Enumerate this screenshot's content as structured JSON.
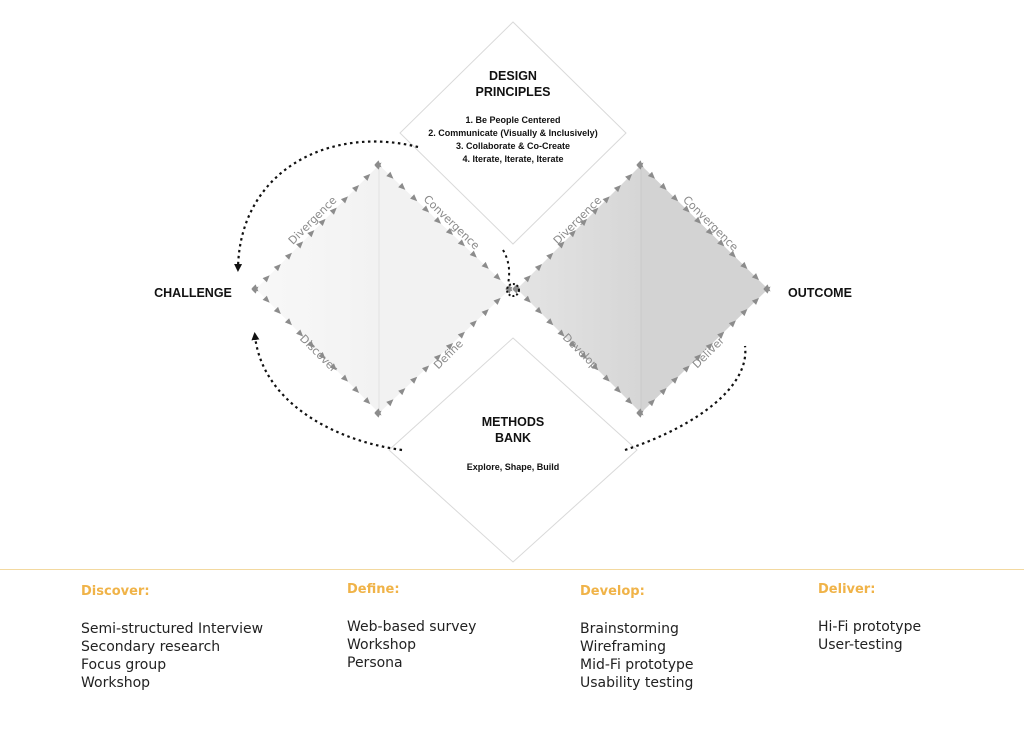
{
  "diagram": {
    "principles": {
      "title_line1": "DESIGN",
      "title_line2": "PRINCIPLES",
      "items": [
        "1. Be People Centered",
        "2. Communicate (Visually & Inclusively)",
        "3. Collaborate & Co-Create",
        "4. Iterate, Iterate, Iterate"
      ]
    },
    "methods": {
      "title_line1": "METHODS",
      "title_line2": "BANK",
      "subtitle": "Explore, Shape, Build"
    },
    "challenge": "CHALLENGE",
    "outcome": "OUTCOME",
    "left_diamond": {
      "top_left": "Divergence",
      "top_right": "Convergence",
      "bottom_left": "Discover",
      "bottom_right": "Define"
    },
    "right_diamond": {
      "top_left": "Divergence",
      "top_right": "Convergence",
      "bottom_left": "Develop",
      "bottom_right": "Deliver"
    }
  },
  "phases": [
    {
      "heading": "Discover:",
      "items": [
        "Semi-structured Interview",
        "Secondary research",
        "Focus group",
        "Workshop"
      ]
    },
    {
      "heading": "Define:",
      "items": [
        "Web-based survey",
        "Workshop",
        "Persona"
      ]
    },
    {
      "heading": "Develop:",
      "items": [
        "Brainstorming",
        "Wireframing",
        "Mid-Fi prototype",
        "Usability testing"
      ]
    },
    {
      "heading": "Deliver:",
      "items": [
        "Hi-Fi prototype",
        "User-testing"
      ]
    }
  ]
}
